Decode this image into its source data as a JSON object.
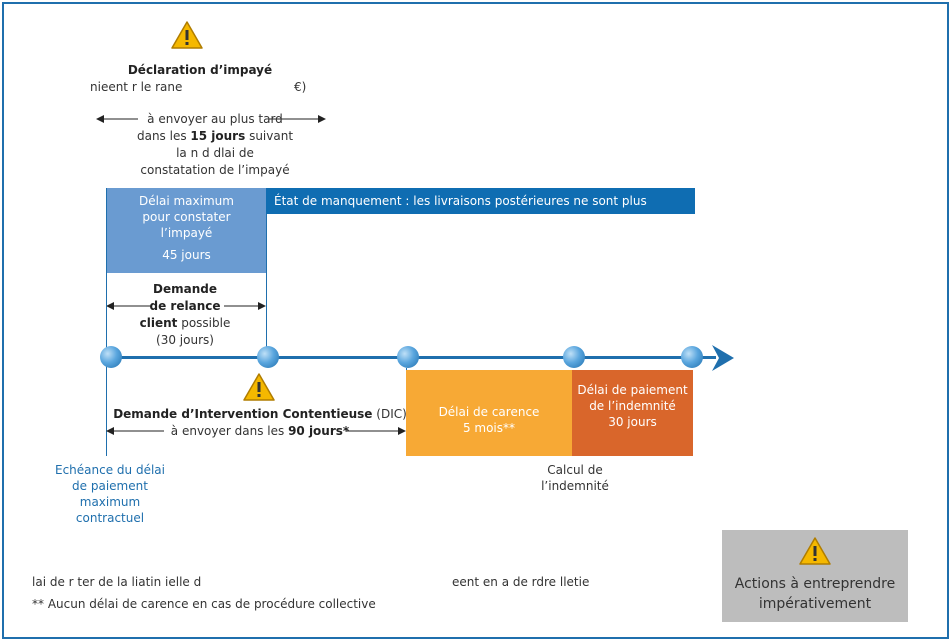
{
  "colors": {
    "frame": "#1f6fad",
    "timeline": "#1f6fad",
    "light_blue_box": "#6a9bd1",
    "dark_blue_box": "#0f6db2",
    "orange_box": "#f7a935",
    "dark_orange_box": "#d9662b",
    "legend_box": "#bdbdbd",
    "warning_yellow": "#f5b800"
  },
  "top": {
    "title": "Déclaration d’impayé",
    "subtitle": "nieent r le rane",
    "subtitle_end": "€)",
    "line1": "à envoyer au plus tard",
    "line2_pre": "dans les ",
    "line2_bold": "15 jours",
    "line2_post": " suivant",
    "line3": "la n d dlai de",
    "line4": "constatation de l’impayé"
  },
  "box_light_blue": {
    "line1": "Délai maximum",
    "line2": "pour constater",
    "line3": "l’impayé",
    "line4": "45 jours"
  },
  "box_dark_blue": {
    "text": "État de manquement : les livraisons postérieures ne sont plus couvertes."
  },
  "relance": {
    "line1": "Demande",
    "line2": "de relance",
    "line3_bold": "client",
    "line3_post": " possible",
    "line4": "(30 jours)"
  },
  "dic": {
    "title_bold": "Demande d’Intervention Contentieuse",
    "title_post": " (DIC)",
    "line2_pre": "à envoyer dans les ",
    "line2_bold": "90 jours*"
  },
  "box_carence": {
    "line1": "Délai de carence",
    "line2": "5 mois**"
  },
  "box_paiement": {
    "line1": "Délai de paiement",
    "line2": "de l’indemnité",
    "line3": "30 jours"
  },
  "echeance": {
    "line1": "Echéance du délai",
    "line2": "de paiement maximum",
    "line3": "contractuel"
  },
  "calcul": {
    "line1": "Calcul de",
    "line2": "l’indemnité"
  },
  "footnotes": {
    "note1_left": "lai de r ter de la liatin ielle d",
    "note1_right": "eent en a de rdre lletie",
    "note2": "** Aucun délai de carence en cas de procédure collective"
  },
  "legend": {
    "line1": "Actions à entreprendre",
    "line2": "impérativement",
    "icon": "warning-icon"
  }
}
